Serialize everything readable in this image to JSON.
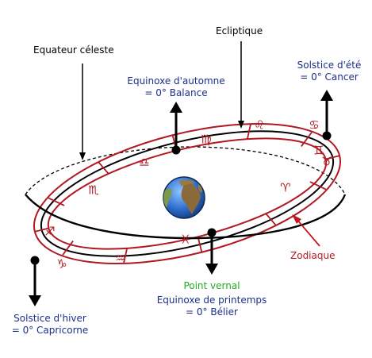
{
  "labels": {
    "celestial_equator": "Equateur céleste",
    "ecliptic": "Ecliptique",
    "summer_solstice": {
      "line1": "Solstice d'été",
      "line2": "= 0° Cancer"
    },
    "autumn_equinox": {
      "line1": "Equinoxe d'automne",
      "line2": "= 0° Balance"
    },
    "winter_solstice": {
      "line1": "Solstice d'hiver",
      "line2": "= 0° Capricorne"
    },
    "vernal_point": "Point vernal",
    "spring_equinox": {
      "line1": "Equinoxe de printemps",
      "line2": "= 0° Bélier"
    },
    "zodiac": "Zodiaque"
  },
  "zodiac_glyphs": {
    "leo": "♌",
    "cancer": "♋",
    "gemini": "♊",
    "taurus": "♉",
    "virgo": "♍",
    "libra": "♎",
    "scorpio": "♏",
    "sagittarius": "♐",
    "capricorn": "♑",
    "aquarius": "♒",
    "pisces": "♓",
    "aries": "♈"
  },
  "colors": {
    "zodiac_band": "#b01822",
    "label_blue": "#1b2f8a",
    "vernal_green": "#22aa22",
    "ocean": "#2f6fd0",
    "land": "#8a6a3a"
  }
}
